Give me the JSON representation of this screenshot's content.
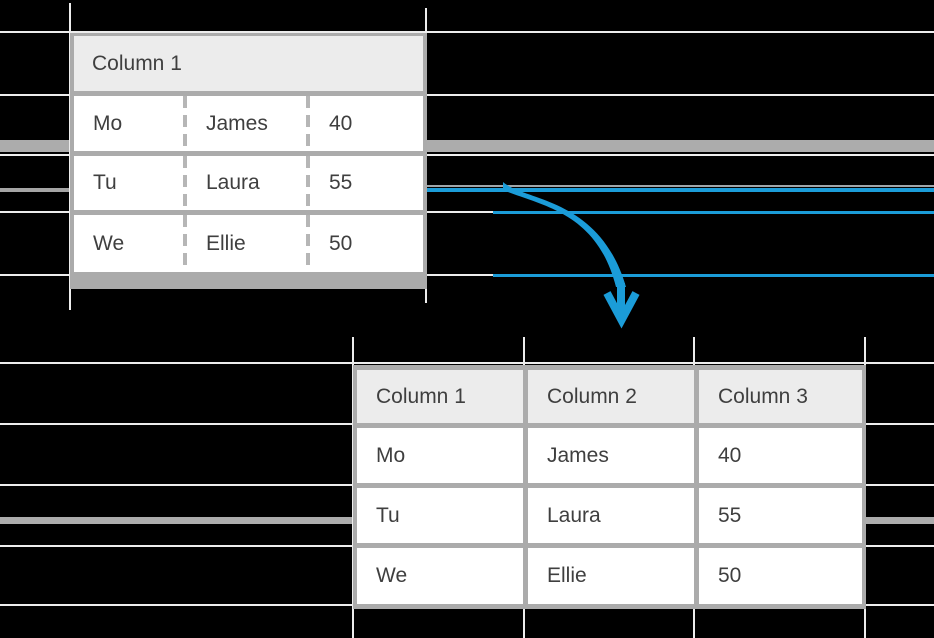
{
  "colors": {
    "background": "#000000",
    "accent_blue": "#1b9cd8",
    "guide_line": "#ededed",
    "divider_bar": "#acacac",
    "table_border": "#ababab",
    "header_bg": "#ececec",
    "text": "#3f3f3f"
  },
  "source_table": {
    "header": {
      "label": "Column 1",
      "colspan": 3
    },
    "rows": [
      [
        "Mo",
        "James",
        "40"
      ],
      [
        "Tu",
        "Laura",
        "55"
      ],
      [
        "We",
        "Ellie",
        "50"
      ]
    ]
  },
  "result_table": {
    "headers": [
      "Column 1",
      "Column 2",
      "Column 3"
    ],
    "rows": [
      [
        "Mo",
        "James",
        "40"
      ],
      [
        "Tu",
        "Laura",
        "55"
      ],
      [
        "We",
        "Ellie",
        "50"
      ]
    ]
  },
  "icons": {
    "arrow": "curved-down-arrow"
  }
}
